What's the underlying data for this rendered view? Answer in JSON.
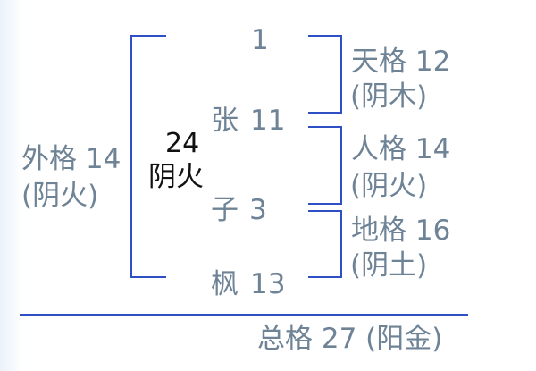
{
  "center": {
    "number": "24",
    "element": "阴火"
  },
  "name_column": [
    {
      "char": "",
      "num": "1"
    },
    {
      "char": "张",
      "num": "11"
    },
    {
      "char": "子",
      "num": "3"
    },
    {
      "char": "枫",
      "num": "13"
    }
  ],
  "right_labels": {
    "tian": {
      "title": "天格 12",
      "element": "(阴木)"
    },
    "ren": {
      "title": "人格 14",
      "element": "(阴火)"
    },
    "di": {
      "title": "地格 16",
      "element": "(阴土)"
    }
  },
  "left_label": {
    "title": "外格 14",
    "element": "(阴火)"
  },
  "total": "总格 27 (阳金)",
  "colors": {
    "line": "#2f4fc4",
    "text": "#6f8396",
    "dark_text": "#111111"
  }
}
